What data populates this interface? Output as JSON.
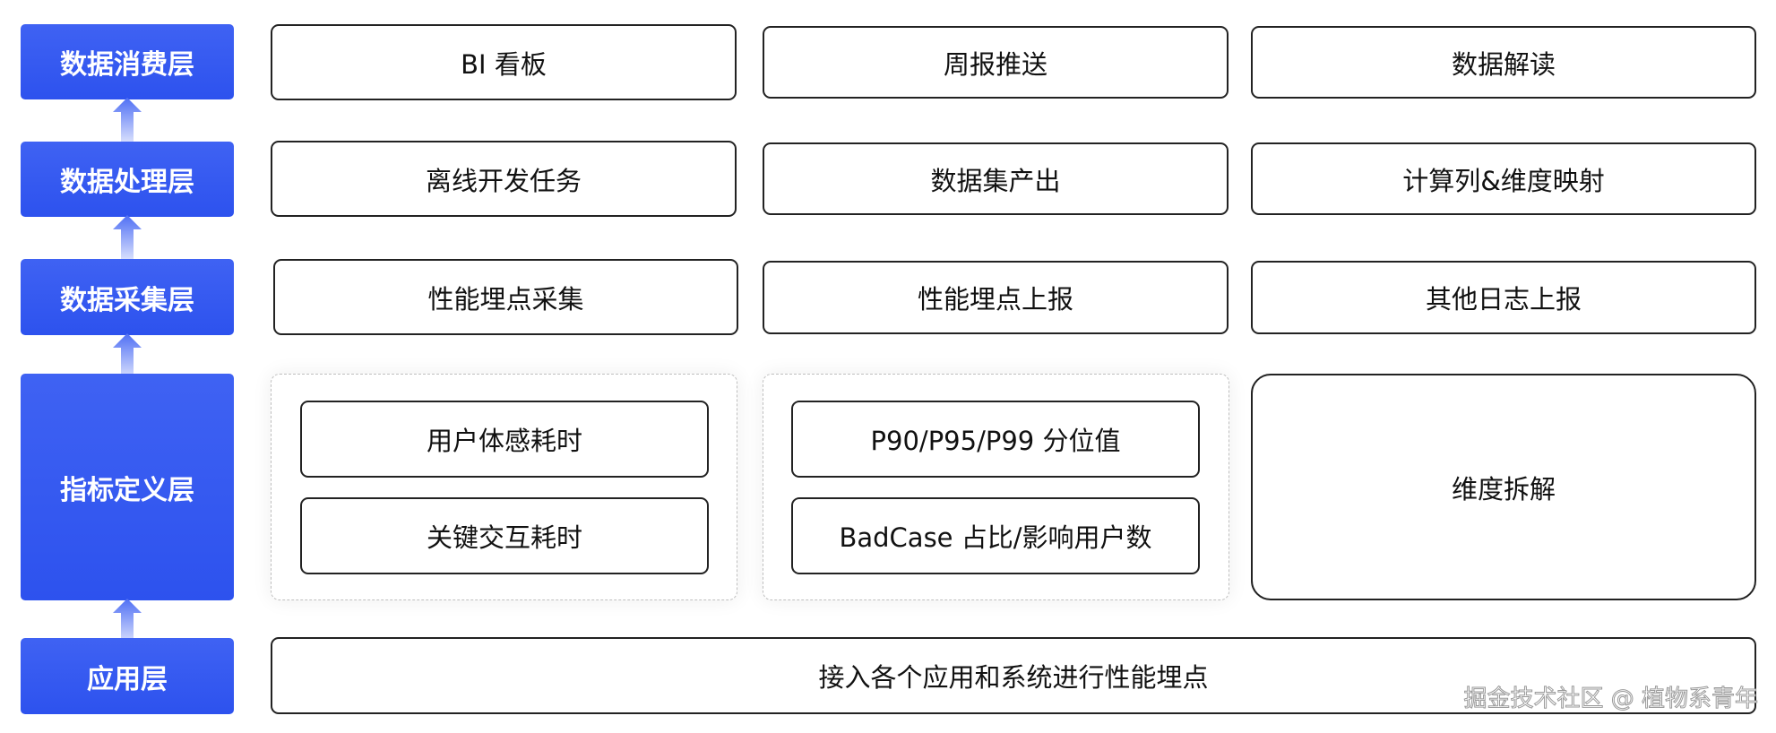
{
  "layers": {
    "consume": {
      "label": "数据消费层",
      "items": [
        "BI 看板",
        "周报推送",
        "数据解读"
      ]
    },
    "process": {
      "label": "数据处理层",
      "items": [
        "离线开发任务",
        "数据集产出",
        "计算列&维度映射"
      ]
    },
    "collect": {
      "label": "数据采集层",
      "items": [
        "性能埋点采集",
        "性能埋点上报",
        "其他日志上报"
      ]
    },
    "metric": {
      "label": "指标定义层",
      "group1": [
        "用户体感耗时",
        "关键交互耗时"
      ],
      "group2": [
        "P90/P95/P99 分位值",
        "BadCase 占比/影响用户数"
      ],
      "single": "维度拆解"
    },
    "app": {
      "label": "应用层",
      "item": "接入各个应用和系统进行性能埋点"
    }
  },
  "colors": {
    "label_bg": "#3357f0",
    "arrow": "#5a78f5",
    "border": "#222222"
  },
  "watermark": "掘金技术社区 @ 植物系青年"
}
